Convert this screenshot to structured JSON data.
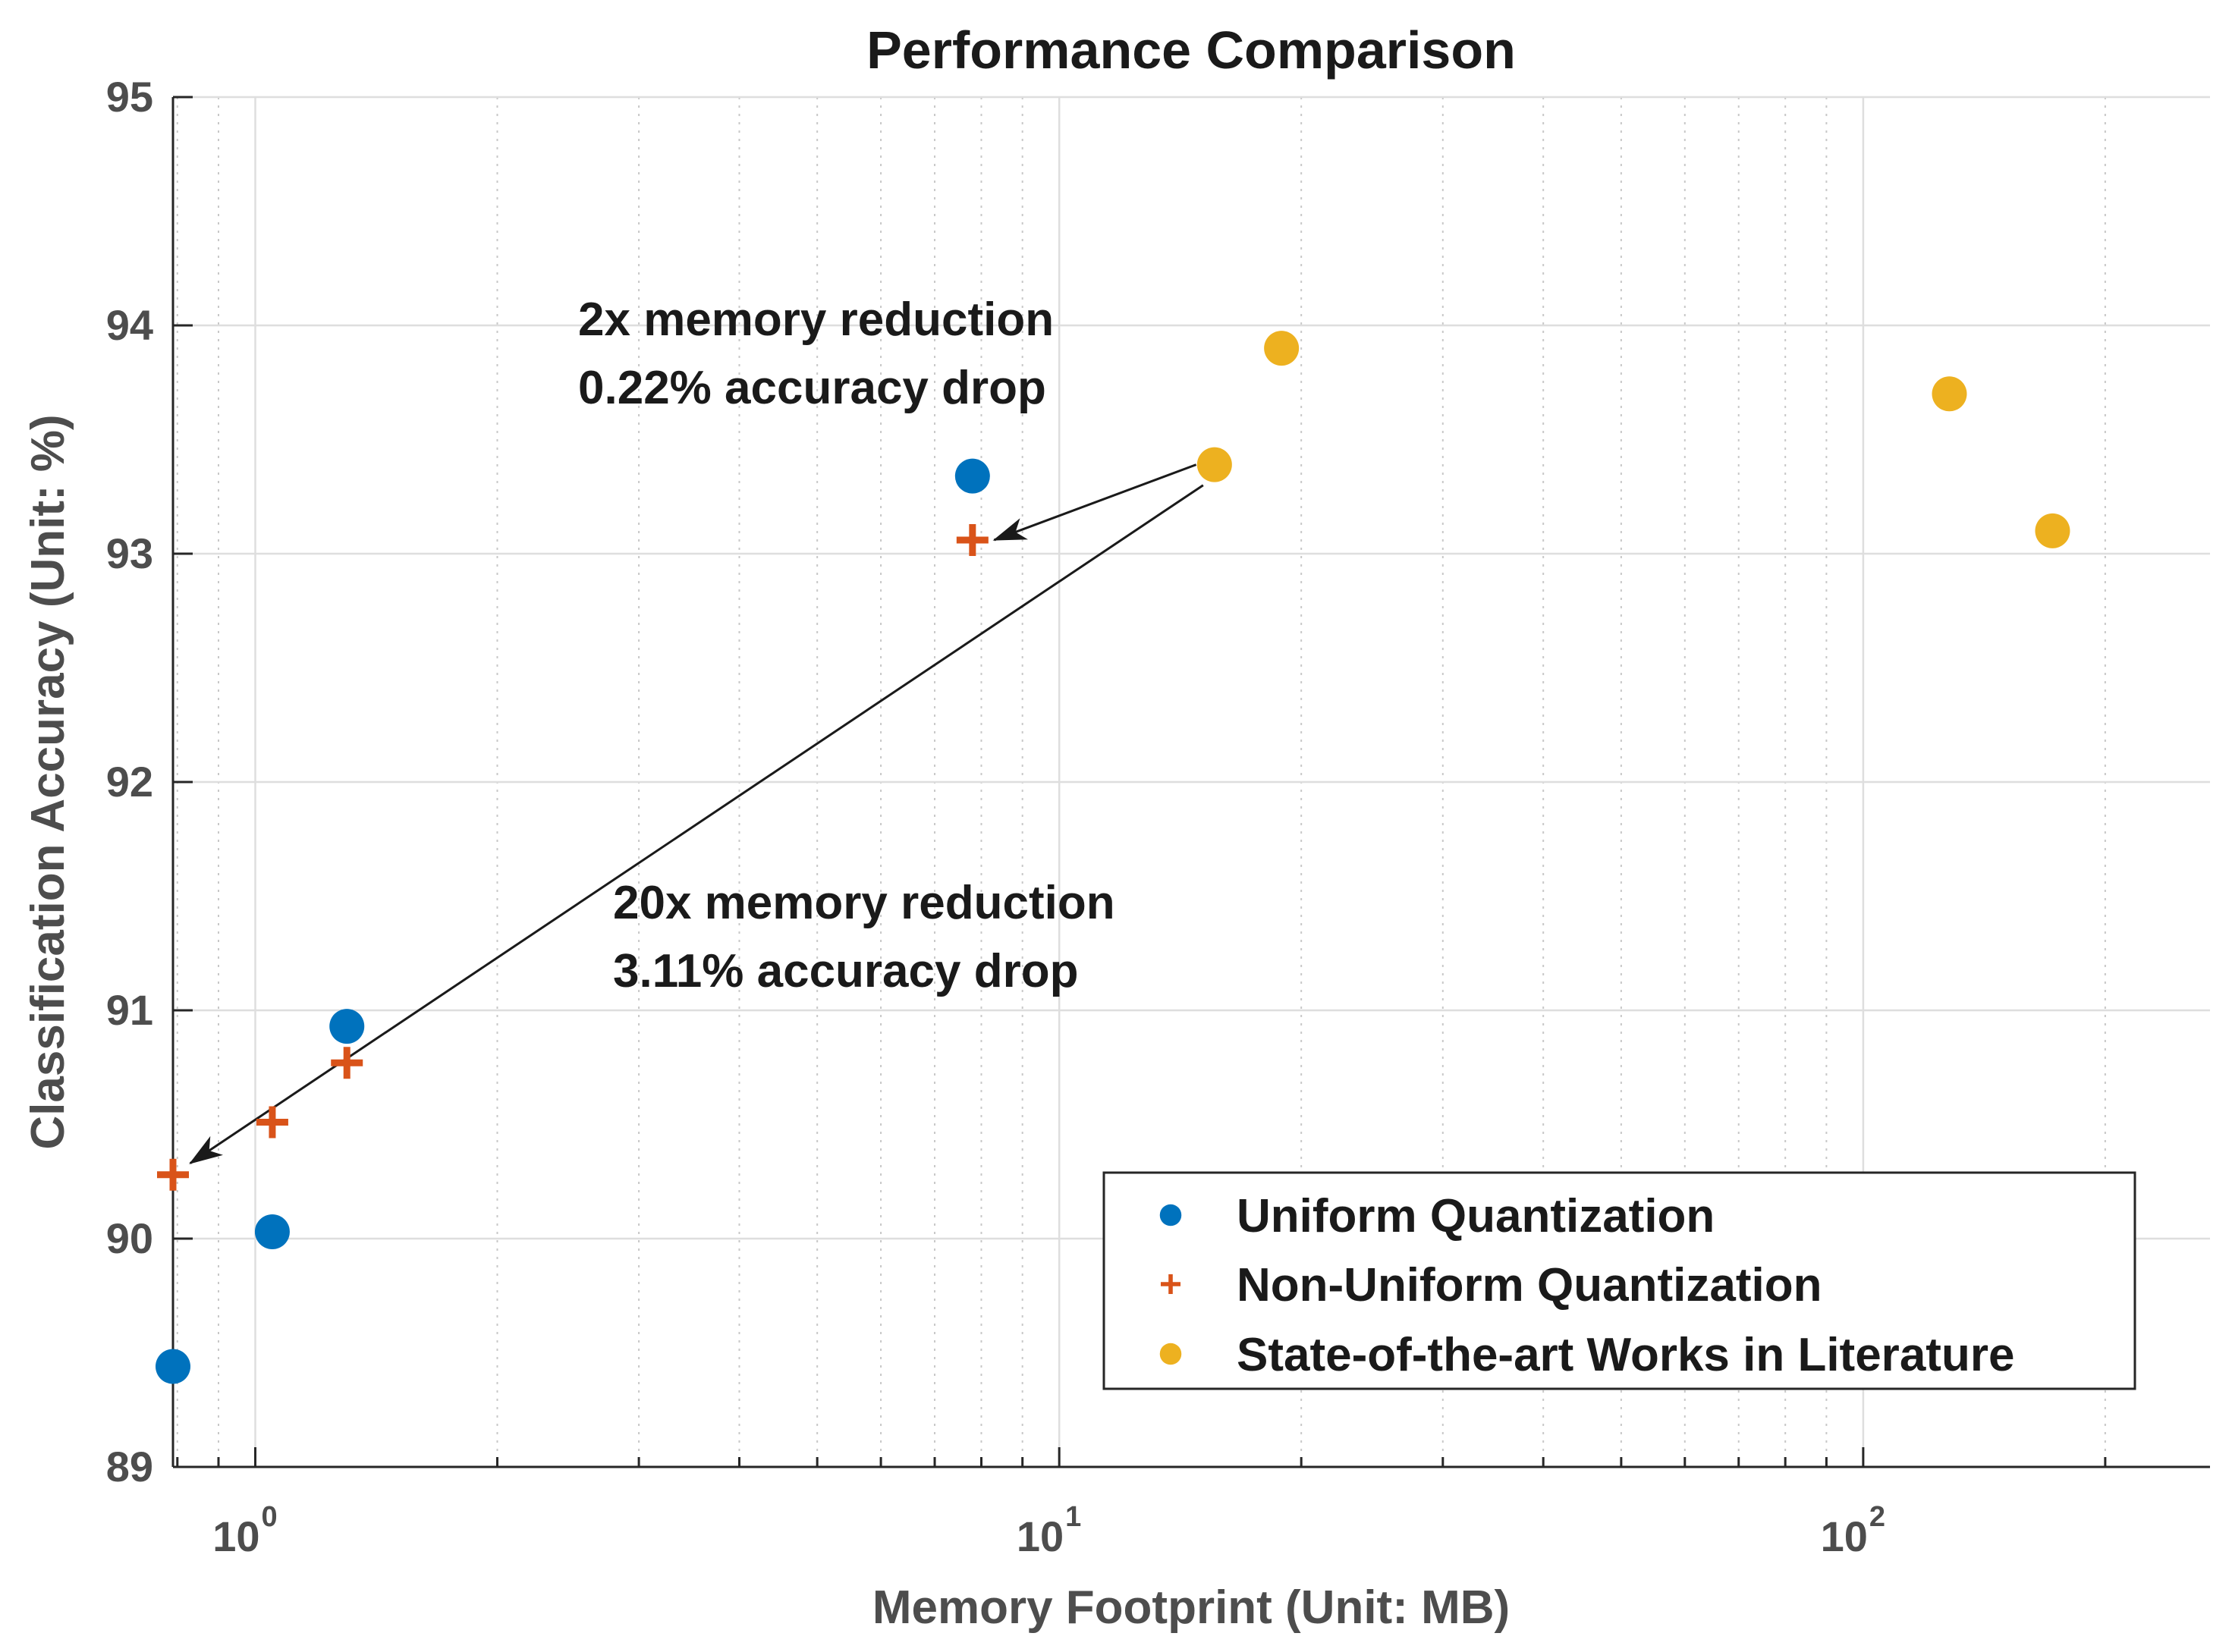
{
  "chart_data": {
    "type": "scatter",
    "title": "Performance Comparison",
    "xlabel": "Memory Footprint (Unit: MB)",
    "ylabel": "Classification Accuracy (Unit: %)",
    "xscale": "log",
    "xlim": [
      0.79,
      270
    ],
    "ylim": [
      89,
      95
    ],
    "yticks": [
      89,
      90,
      91,
      92,
      93,
      94,
      95
    ],
    "xticks": [
      {
        "value": 1,
        "base": "10",
        "exp": "0"
      },
      {
        "value": 10,
        "base": "10",
        "exp": "1"
      },
      {
        "value": 100,
        "base": "10",
        "exp": "2"
      }
    ],
    "grid": true,
    "legend_position": "bottom-right",
    "series": [
      {
        "name": "Uniform Quantization",
        "marker": "circle",
        "color": "#0072BD",
        "points": [
          {
            "x": 0.79,
            "y": 89.44
          },
          {
            "x": 1.05,
            "y": 90.03
          },
          {
            "x": 1.3,
            "y": 90.93
          },
          {
            "x": 7.8,
            "y": 93.34
          }
        ]
      },
      {
        "name": "Non-Uniform Quantization",
        "marker": "plus",
        "color": "#D95319",
        "points": [
          {
            "x": 0.79,
            "y": 90.28
          },
          {
            "x": 1.05,
            "y": 90.51
          },
          {
            "x": 1.3,
            "y": 90.77
          },
          {
            "x": 7.8,
            "y": 93.06
          }
        ]
      },
      {
        "name": "State-of-the-art Works in Literature",
        "marker": "circle",
        "color": "#EDB120",
        "points": [
          {
            "x": 15.6,
            "y": 93.39
          },
          {
            "x": 18.9,
            "y": 93.9
          },
          {
            "x": 128,
            "y": 93.7
          },
          {
            "x": 172,
            "y": 93.1
          }
        ]
      }
    ],
    "annotations": [
      {
        "lines": [
          "2x memory reduction",
          "0.22% accuracy drop"
        ],
        "arrow_from": {
          "x": 14.8,
          "y": 93.39
        },
        "arrow_to": {
          "x": 8.3,
          "y": 93.06
        }
      },
      {
        "lines": [
          "20x memory reduction",
          "3.11% accuracy drop"
        ],
        "arrow_from": {
          "x": 15.1,
          "y": 93.3
        },
        "arrow_to": {
          "x": 0.83,
          "y": 90.33
        }
      }
    ]
  }
}
